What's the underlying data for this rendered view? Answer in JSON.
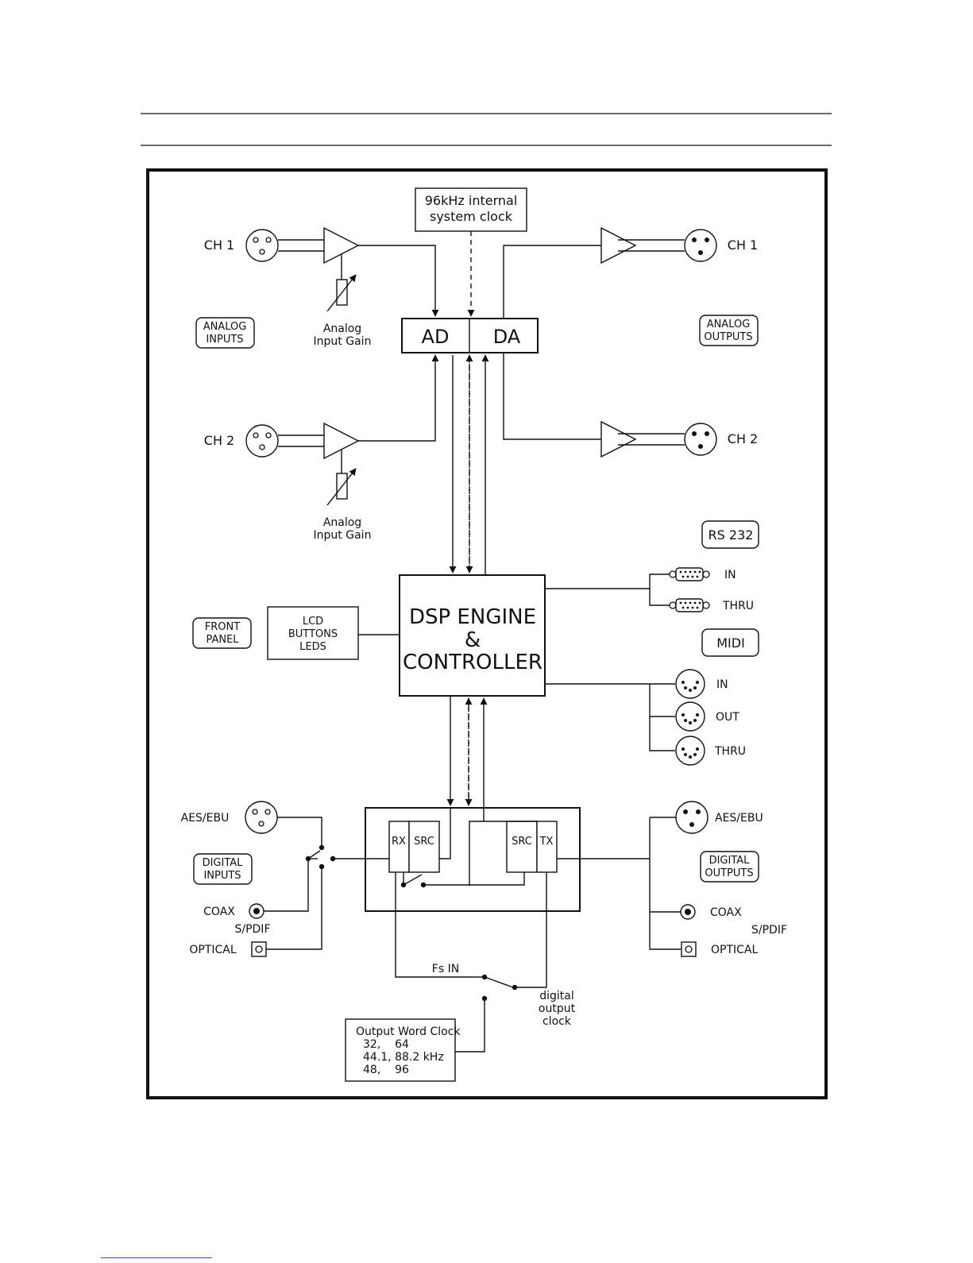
{
  "clock_box": {
    "line1": "96kHz internal",
    "line2": "system clock"
  },
  "analog_inputs": {
    "label_line1": "ANALOG",
    "label_line2": "INPUTS",
    "ch1": "CH 1",
    "ch2": "CH 2",
    "gain_line1": "Analog",
    "gain_line2": "Input Gain"
  },
  "analog_outputs": {
    "label_line1": "ANALOG",
    "label_line2": "OUTPUTS",
    "ch1": "CH 1",
    "ch2": "CH 2"
  },
  "converter": {
    "ad": "AD",
    "da": "DA"
  },
  "dsp": {
    "line1": "DSP ENGINE",
    "line2": "&",
    "line3": "CONTROLLER"
  },
  "front_panel": {
    "label_line1": "FRONT",
    "label_line2": "PANEL",
    "box_line1": "LCD",
    "box_line2": "BUTTONS",
    "box_line3": "LEDS"
  },
  "rs232": {
    "label": "RS 232",
    "in": "IN",
    "thru": "THRU"
  },
  "midi": {
    "label": "MIDI",
    "in": "IN",
    "out": "OUT",
    "thru": "THRU"
  },
  "digital_inputs": {
    "label_line1": "DIGITAL",
    "label_line2": "INPUTS",
    "aes": "AES/EBU",
    "coax": "COAX",
    "spdif": "S/PDIF",
    "optical": "OPTICAL"
  },
  "digital_outputs": {
    "label_line1": "DIGITAL",
    "label_line2": "OUTPUTS",
    "aes": "AES/EBU",
    "coax": "COAX",
    "spdif": "S/PDIF",
    "optical": "OPTICAL"
  },
  "digital_io": {
    "rx": "RX",
    "src_in": "SRC",
    "src_out": "SRC",
    "tx": "TX"
  },
  "fs_in": "Fs IN",
  "digital_output_clock": {
    "line1": "digital",
    "line2": "output",
    "line3": "clock"
  },
  "word_clock": {
    "title": "Output Word Clock",
    "row1": "32,    64",
    "row2": "44.1, 88.2 kHz",
    "row3": "48,    96"
  }
}
